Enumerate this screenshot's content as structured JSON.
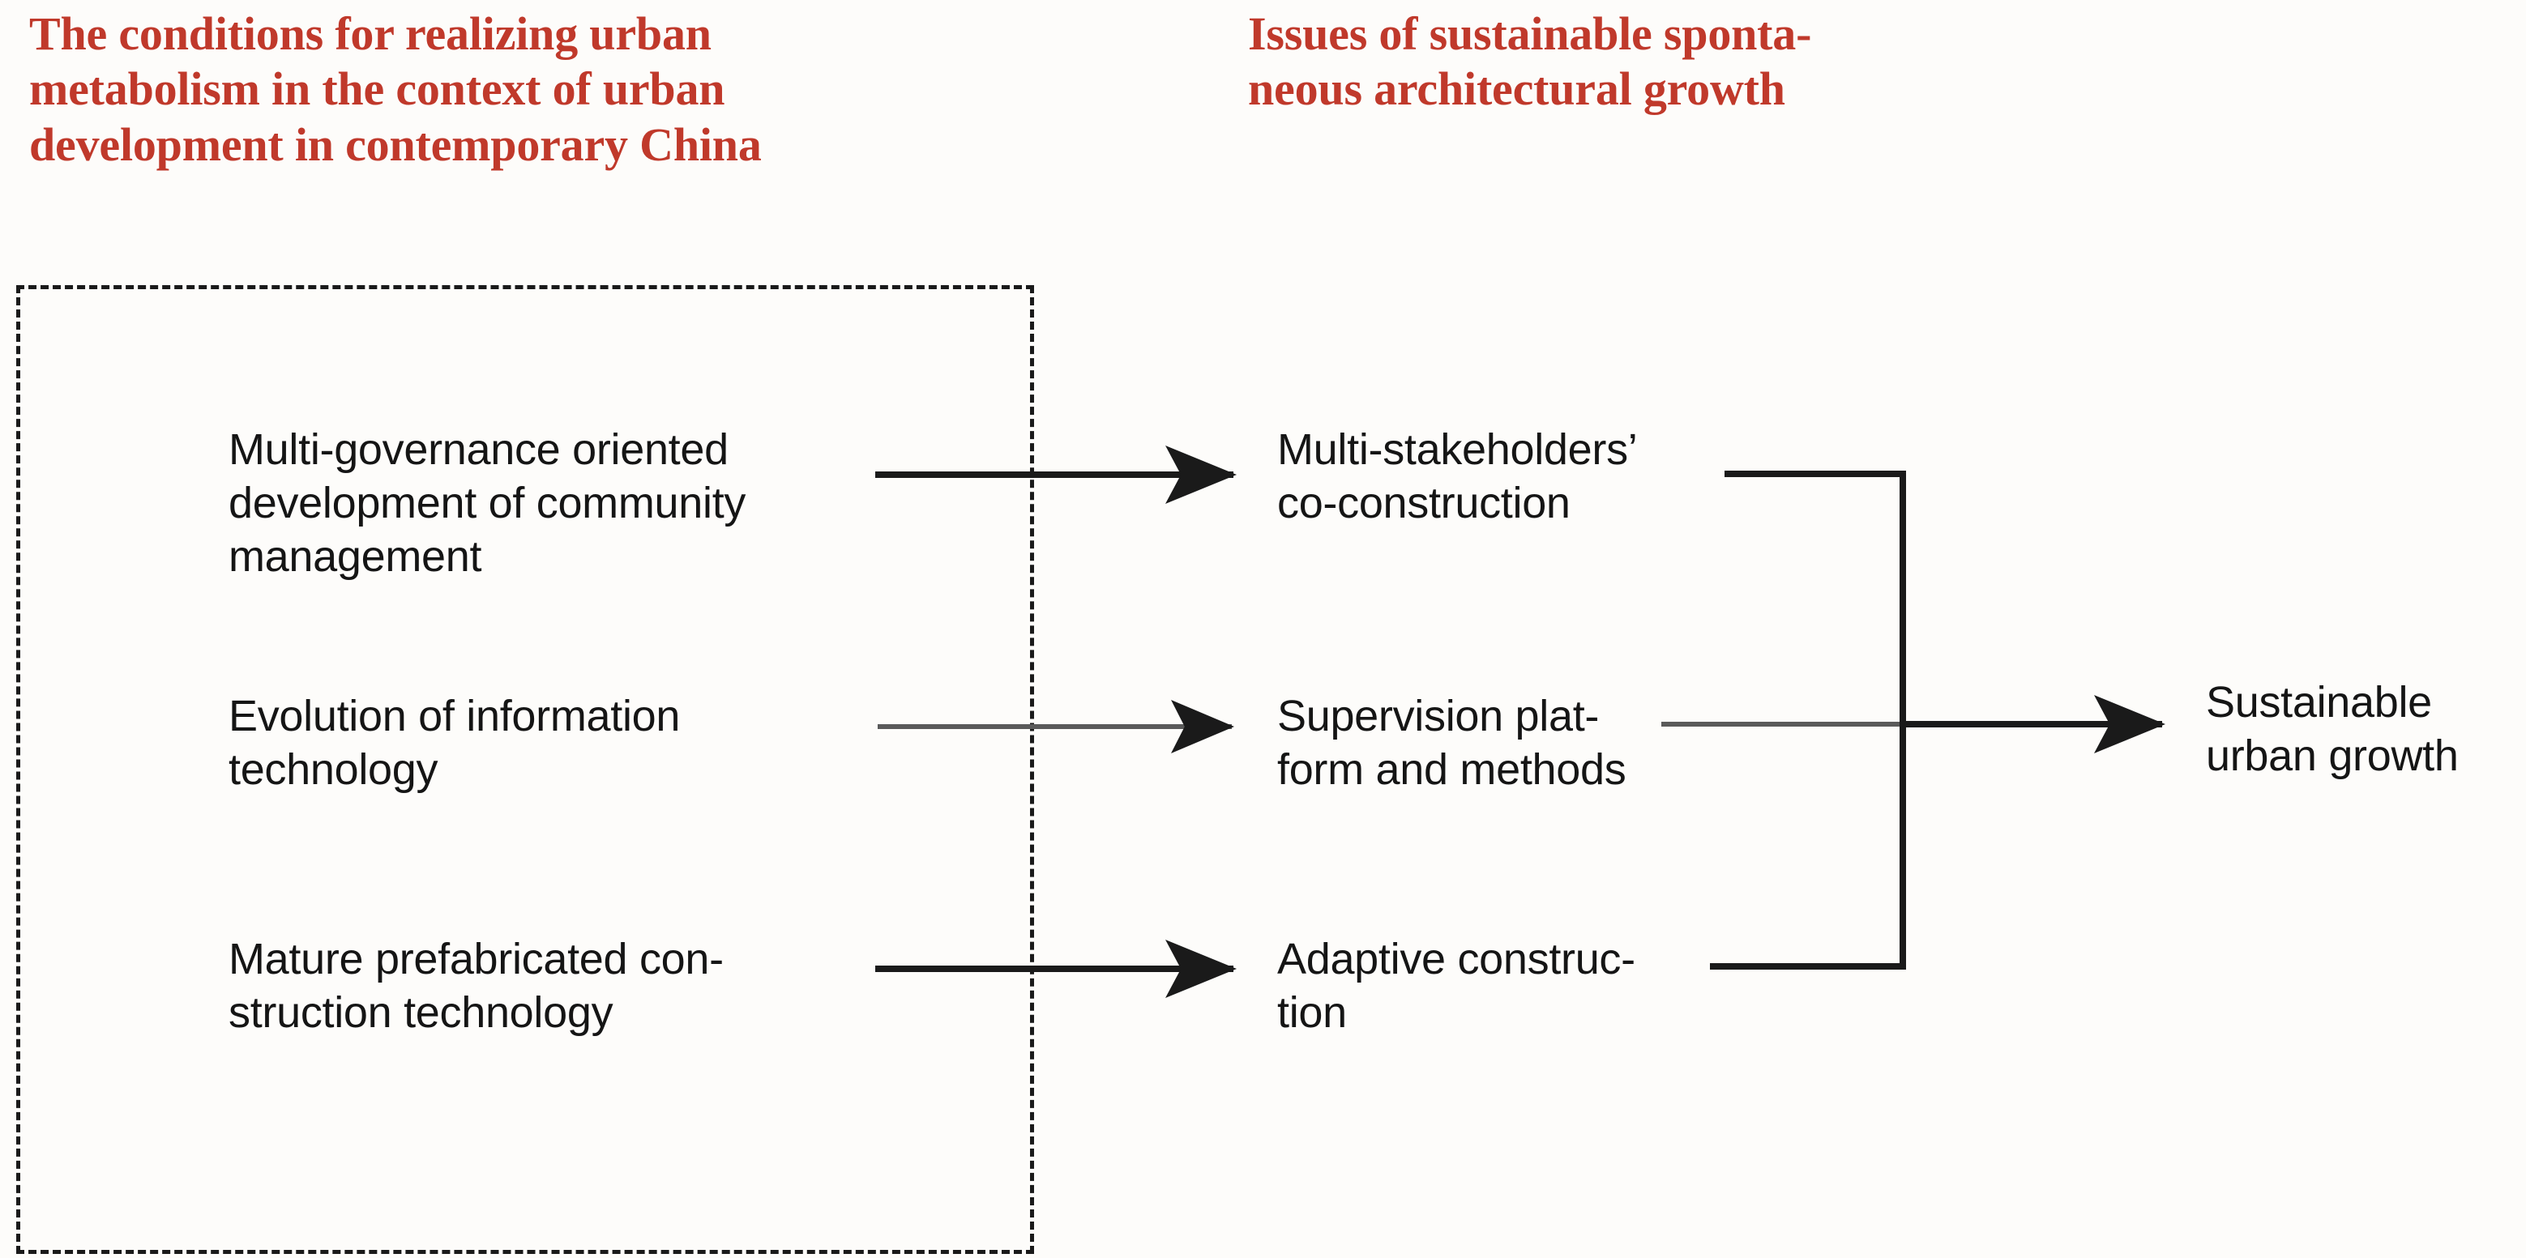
{
  "headings": {
    "left": "The conditions for realizing urban\nmetabolism in the context of urban\ndevelopment  in contemporary China",
    "right": "Issues of sustainable sponta-\nneous architectural growth"
  },
  "colors": {
    "heading_red": "#c0392b",
    "text_black": "#151515",
    "line_black": "#1a1a1a",
    "line_gray": "#5a5a5a",
    "background": "#fdfcfa"
  },
  "diagram": {
    "type": "flow",
    "group_box": {
      "style": "dashed",
      "label": "conditions-group"
    },
    "columns": {
      "conditions": [
        {
          "id": "governance",
          "text": "Multi-governance oriented\ndevelopment of community\nmanagement"
        },
        {
          "id": "infotech",
          "text": "Evolution of information\ntechnology"
        },
        {
          "id": "prefab",
          "text": "Mature prefabricated con-\nstruction technology"
        }
      ],
      "issues": [
        {
          "id": "stakeholders",
          "text": "Multi-stakeholders’\nco-construction"
        },
        {
          "id": "supervision",
          "text": "Supervision plat-\nform and methods"
        },
        {
          "id": "adaptive",
          "text": "Adaptive construc-\ntion"
        }
      ],
      "outcome": [
        {
          "id": "sustainable",
          "text": "Sustainable\nurban growth"
        }
      ]
    },
    "edges": [
      {
        "from": "governance",
        "to": "stakeholders",
        "style": "arrow"
      },
      {
        "from": "infotech",
        "to": "supervision",
        "style": "arrow"
      },
      {
        "from": "prefab",
        "to": "adaptive",
        "style": "arrow"
      },
      {
        "from": "stakeholders",
        "to": "bracket",
        "style": "line"
      },
      {
        "from": "supervision",
        "to": "bracket",
        "style": "line"
      },
      {
        "from": "adaptive",
        "to": "bracket",
        "style": "line"
      },
      {
        "from": "bracket",
        "to": "sustainable",
        "style": "arrow"
      }
    ]
  }
}
